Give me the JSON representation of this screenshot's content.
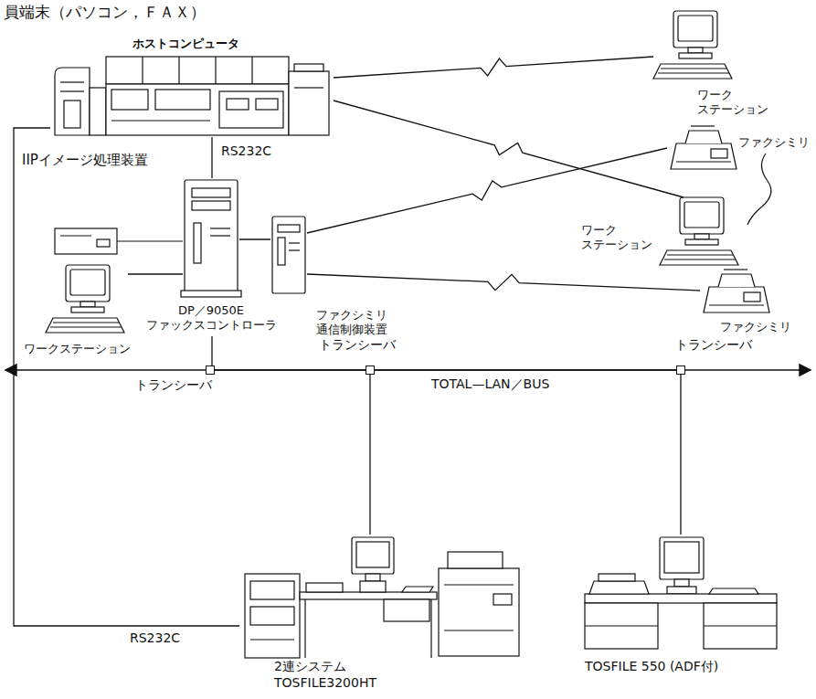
{
  "diagram": {
    "nodes": [
      {
        "text": [
          "ホストコンピュータ"
        ]
      },
      {
        "text": [
          "ワーク ステーション"
        ]
      },
      {
        "text": [
          "ファクシミリ"
        ]
      },
      {
        "text": [
          "ワーク ステーション"
        ]
      },
      {
        "text": [
          "ファクシミリ"
        ]
      },
      {
        "text": [
          "DP／9050E ファックスコントローラ"
        ]
      },
      {
        "text": [
          "ワークステーション"
        ]
      },
      {
        "text": [
          "ファクシミリ 通信制御装置"
        ]
      },
      {
        "text": [
          "トランシーバ"
        ]
      },
      {
        "text": [
          "トランシーバ"
        ]
      },
      {
        "text": [
          "トランシーバ"
        ]
      },
      {
        "text": [
          "2連システム TOSFILE3200HT"
        ]
      },
      {
        "text": [
          "TOSFILE 550 (ADF付)"
        ]
      }
    ],
    "edges": [
      {
        "from": 0,
        "to": 1,
        "arrow": "none"
      },
      {
        "from": 0,
        "to": 3,
        "arrow": "none"
      },
      {
        "from": 7,
        "to": 2,
        "arrow": "none"
      },
      {
        "from": 7,
        "to": 4,
        "arrow": "none"
      },
      {
        "from": 0,
        "to": 5,
        "label": "RS232C",
        "arrow": "none"
      },
      {
        "from": 5,
        "to": 6,
        "arrow": "none"
      },
      {
        "from": 5,
        "to": 7,
        "arrow": "none"
      },
      {
        "from": 5,
        "to": 8,
        "arrow": "none"
      },
      {
        "from": 8,
        "to": 9,
        "arrow": "none"
      },
      {
        "from": 9,
        "to": 10,
        "label": "TOTAL—LAN／BUS",
        "arrow": "none"
      },
      {
        "from": 9,
        "to": 11,
        "arrow": "none"
      },
      {
        "from": 10,
        "to": 12,
        "arrow": "none"
      },
      {
        "from": 0,
        "to": 11,
        "label": "RS232C",
        "arrow": "none"
      }
    ],
    "labels": [
      "員端末（パソコン，ＦＡＸ）",
      "IIPイメージ処理装置"
    ]
  }
}
